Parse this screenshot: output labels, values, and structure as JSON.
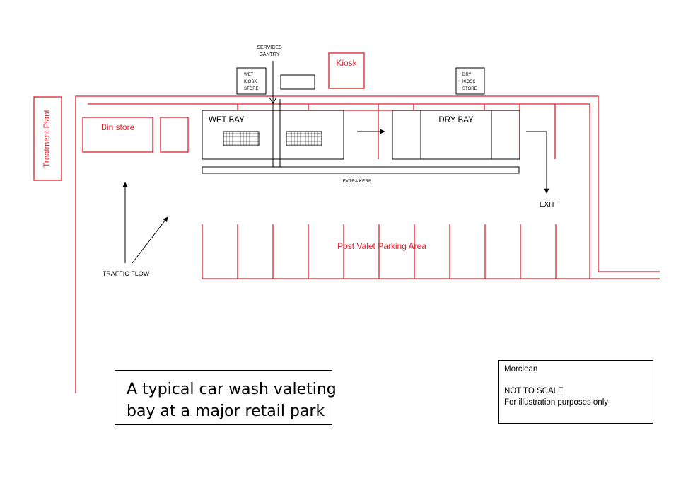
{
  "colors": {
    "plan": "#e0202a",
    "ink": "#000000",
    "panel": "#ffffff"
  },
  "labels": {
    "treatment_plant": "Treatment Plant",
    "bin_store": "Bin store",
    "services_gantry_line1": "SERVICES",
    "services_gantry_line2": "GANTRY",
    "wet_kiosk_store": [
      "WET",
      "KIOSK",
      "STORE"
    ],
    "kiosk": "Kiosk",
    "dry_kiosk_store": [
      "DRY",
      "KIOSK",
      "STORE"
    ],
    "wet_bay": "WET BAY",
    "dry_bay": "DRY BAY",
    "extra_kerb": "EXTRA KERB",
    "exit": "EXIT",
    "post_valet_parking": "Post Valet Parking Area",
    "traffic_flow": "TRAFFIC FLOW"
  },
  "caption": {
    "line1": "A typical car wash valeting",
    "line2": "bay at a major retail park"
  },
  "notes": {
    "company": "Morclean",
    "scale": "NOT TO SCALE",
    "purpose": "For illustration purposes only"
  }
}
